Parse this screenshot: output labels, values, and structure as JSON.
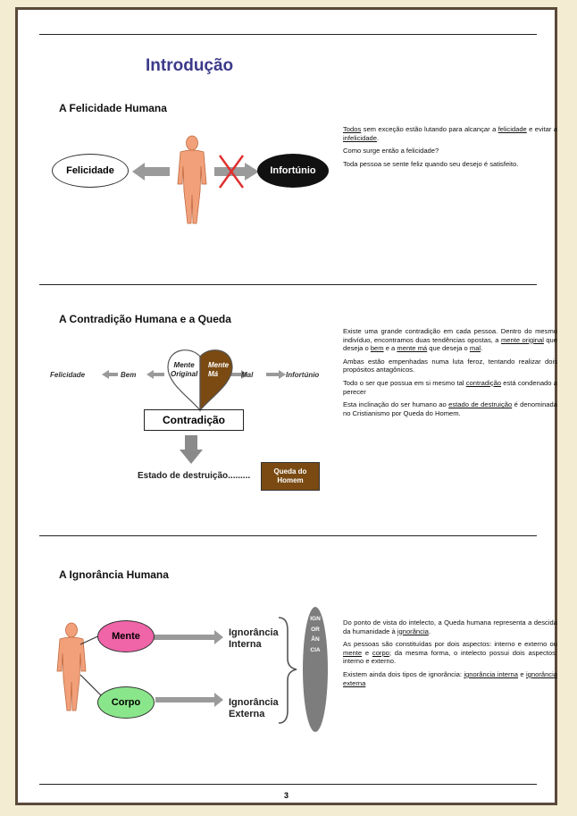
{
  "page_title": "Introdução",
  "section1": {
    "heading": "A Felicidade Humana",
    "left_oval": "Felicidade",
    "right_oval": "Infortúnio",
    "p1_u1": "Todos",
    "p1_a": " sem exceção estão lutando para alcançar a ",
    "p1_u2": "felicidade",
    "p1_b": " e evitar a ",
    "p1_u3": "infelicidade",
    "p1_c": ".",
    "p2": "Como surge então a felicidade?",
    "p3": "Toda pessoa se sente feliz quando seu desejo é satisfeito."
  },
  "section2": {
    "heading": "A Contradição Humana e a Queda",
    "label_felicidade": "Felicidade",
    "label_bem": "Bem",
    "heart_left_1": "Mente",
    "heart_left_2": "Original",
    "heart_right_1": "Mente",
    "heart_right_2": "Má",
    "label_mal": "Mal",
    "label_infortunio": "Infortúnio",
    "contradicao_box": "Contradição",
    "estado_label": "Estado de destruição",
    "queda_box_1": "Queda do",
    "queda_box_2": "Homem",
    "p1_a": "Existe uma grande contradição em cada pessoa. Dentro do mesmo indivíduo, encontramos duas tendências opostas, a ",
    "p1_u1": "mente original",
    "p1_b": " que deseja o ",
    "p1_u2": "bem",
    "p1_c": " e a ",
    "p1_u3": "mente má",
    "p1_d": " que deseja o ",
    "p1_u4": "mal",
    "p1_e": ".",
    "p2": " Ambas estão empenhadas numa luta feroz, tentando realizar dois propósitos antagônicos.",
    "p3_a": "Todo o ser que possua em si mesmo tal ",
    "p3_u1": "contradição",
    "p3_b": " está condenado a perecer",
    "p4_a": "Esta inclinação do ser humano ao ",
    "p4_u1": "estado de destruição",
    "p4_b": " é denominada no Cristianismo por Queda do Homem."
  },
  "section3": {
    "heading": "A Ignorância Humana",
    "oval_mente": "Mente",
    "oval_corpo": "Corpo",
    "ign_interna_1": "Ignorância",
    "ign_interna_2": "Interna",
    "ign_externa_1": "Ignorância",
    "ign_externa_2": "Externa",
    "vertical_word": "IGNORÂNCIA",
    "p1_a": "Do ponto de vista do intelecto, a Queda humana representa a descida da humanidade à ",
    "p1_u1": "ignorância",
    "p1_b": ".",
    "p2_a": "As pessoas são constituídas por dois aspectos: interno e externo ou ",
    "p2_u1": "mente",
    "p2_b": " e ",
    "p2_u2": "corpo",
    "p2_c": "; da mesma forma, o intelecto possui dois aspectos: interno e externo.",
    "p3_a": "Existem ainda dois tipos de ignorância: ",
    "p3_u1": "ignorância interna",
    "p3_b": " e ",
    "p3_u2": "ignorância externa"
  },
  "page_number": "3",
  "colors": {
    "title": "#3c3a8a",
    "arrow_gray": "#999999",
    "skin": "#f2a07a",
    "brown": "#7a4a12",
    "mente_pink": "#f064a8",
    "corpo_green": "#8ae68a"
  }
}
